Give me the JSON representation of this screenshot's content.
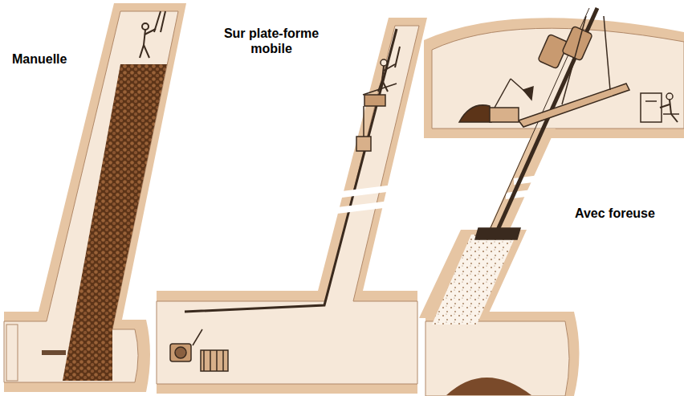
{
  "diagram": {
    "labels": [
      "Manuelle",
      "Sur plate-forme mobile",
      "Avec foreuse"
    ]
  }
}
